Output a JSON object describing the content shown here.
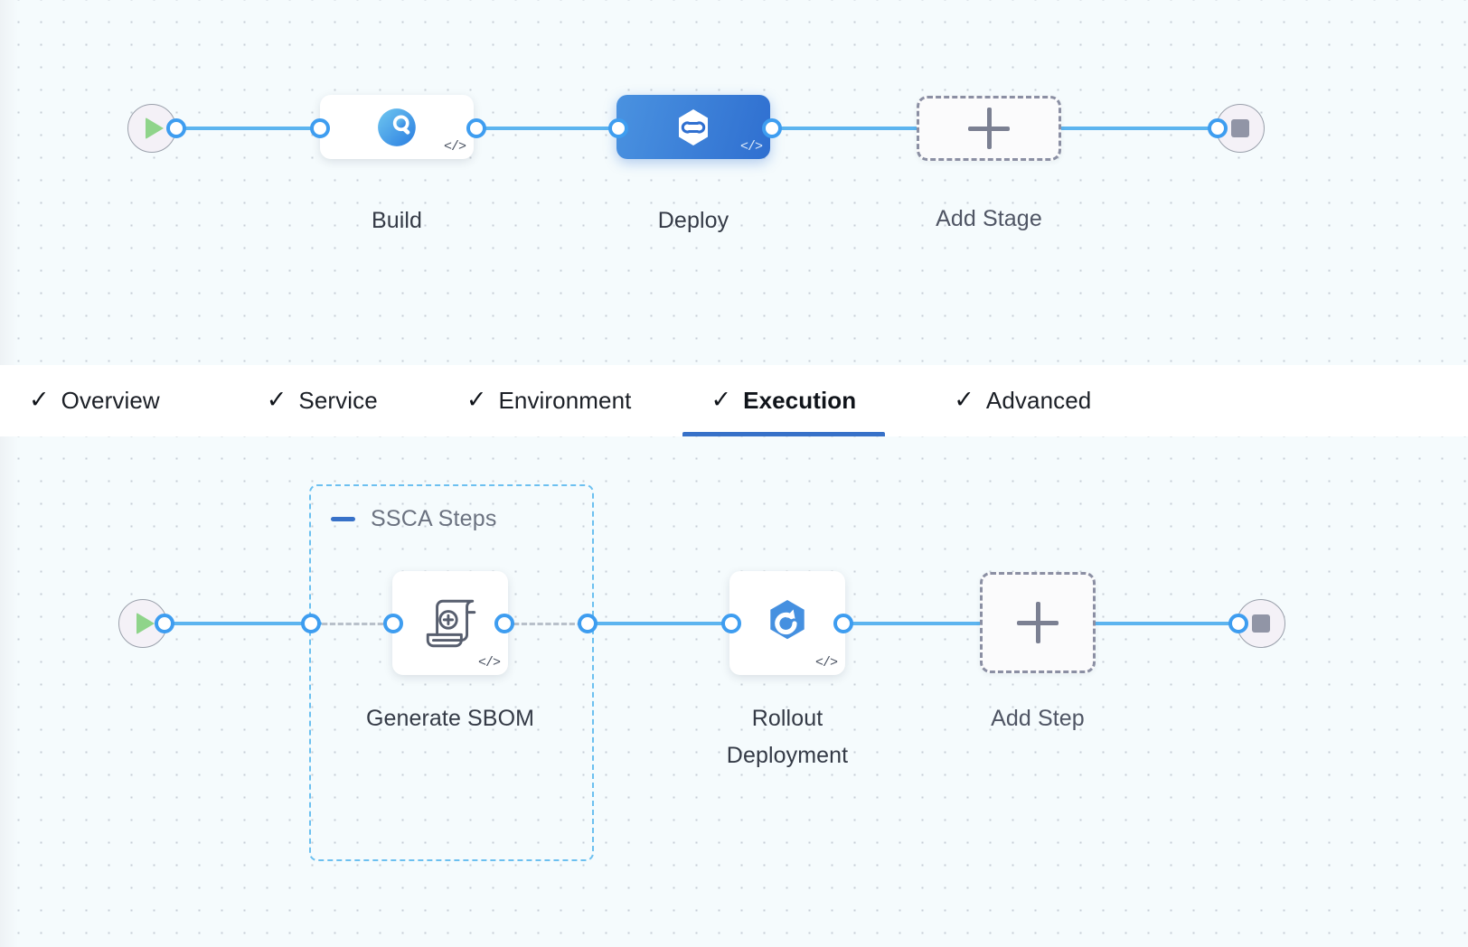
{
  "theme": {
    "canvas_bg": "#f5fbfd",
    "accent_blue": "#3771c8",
    "connector_blue": "#5cb4ef",
    "selected_gradient_from": "#4a92e0",
    "selected_gradient_to": "#2f6fd0",
    "dashed_border": "#8b8fa3",
    "group_border": "#6cc0f0",
    "start_green": "#8fd48a",
    "stop_gray": "#9195a6"
  },
  "stage_pipeline": {
    "start_node": {
      "name": "start-node",
      "icon": "play-icon"
    },
    "end_node": {
      "name": "end-node",
      "icon": "stop-icon"
    },
    "stages": [
      {
        "id": "build",
        "label": "Build",
        "icon": "ci-build-icon",
        "selected": false,
        "code_badge": "</>"
      },
      {
        "id": "deploy",
        "label": "Deploy",
        "icon": "cd-deploy-icon",
        "selected": true,
        "code_badge": "</>"
      }
    ],
    "add_stage": {
      "label": "Add Stage",
      "icon": "plus-icon"
    }
  },
  "tabs": [
    {
      "id": "overview",
      "label": "Overview",
      "check": "✓",
      "active": false
    },
    {
      "id": "service",
      "label": "Service",
      "check": "✓",
      "active": false
    },
    {
      "id": "environment",
      "label": "Environment",
      "check": "✓",
      "active": false
    },
    {
      "id": "execution",
      "label": "Execution",
      "check": "✓",
      "active": true
    },
    {
      "id": "advanced",
      "label": "Advanced",
      "check": "✓",
      "active": false
    }
  ],
  "step_pipeline": {
    "start_node": {
      "name": "start-node",
      "icon": "play-icon"
    },
    "end_node": {
      "name": "end-node",
      "icon": "stop-icon"
    },
    "group": {
      "id": "ssca-steps",
      "title": "SSCA Steps",
      "collapse_icon": "minus-icon",
      "expanded": true
    },
    "steps": [
      {
        "id": "generate-sbom",
        "label": "Generate SBOM",
        "icon": "sbom-scroll-icon",
        "code_badge": "</>",
        "in_group": true
      },
      {
        "id": "rollout-deployment",
        "label": "Rollout Deployment",
        "icon": "k8s-rollout-icon",
        "code_badge": "</>",
        "in_group": false
      }
    ],
    "add_step": {
      "label": "Add Step",
      "icon": "plus-icon"
    }
  }
}
